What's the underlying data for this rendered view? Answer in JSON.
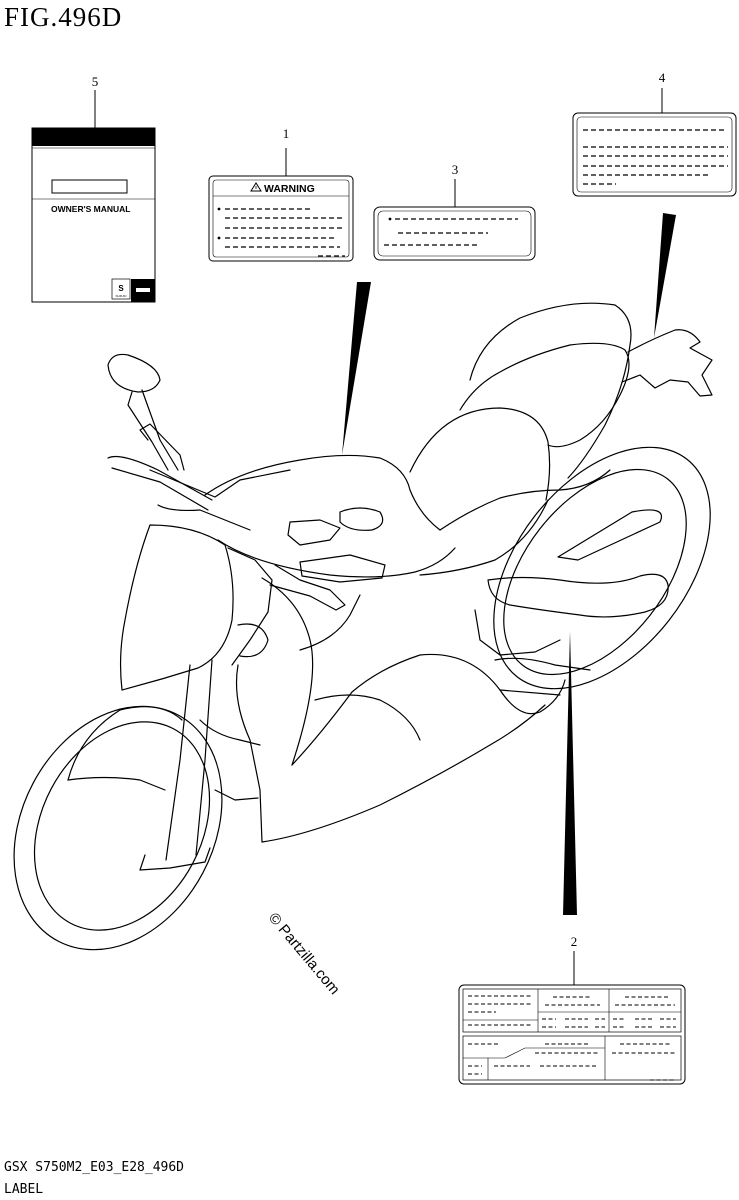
{
  "figure": {
    "title": "FIG.496D"
  },
  "footer": {
    "code": "GSX S750M2_E03_E28_496D",
    "label": "LABEL"
  },
  "watermark": "© Partzilla.com",
  "parts": [
    {
      "number": "1",
      "label_text": "WARNING"
    },
    {
      "number": "2",
      "label_text": ""
    },
    {
      "number": "3",
      "label_text": ""
    },
    {
      "number": "4",
      "label_text": ""
    },
    {
      "number": "5",
      "label_text": "OWNER'S MANUAL"
    }
  ],
  "manual": {
    "brand_mark": "SUZUKI"
  },
  "icons": {
    "warning": "warning-triangle-icon",
    "logo": "suzuki-s-logo-icon"
  }
}
